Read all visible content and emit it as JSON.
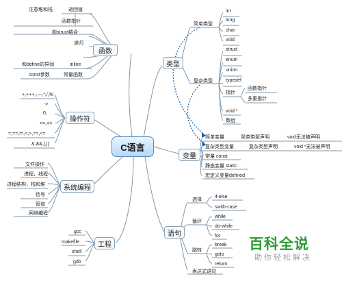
{
  "center": "C语言",
  "branches": {
    "function": {
      "title": "函数",
      "items": [
        "注意堆和栈",
        "返回值",
        "函数指针",
        "和struct结合",
        "递归",
        "和define的异同",
        "inline",
        "const参数",
        "常量函数"
      ]
    },
    "operator": {
      "title": "操作符",
      "items": [
        "+,+++,-,--,*,/,%",
        "->",
        "0,",
        ">>,<<",
        "=,==,!=,<,>,=>,<=",
        "&,&&,|,||"
      ]
    },
    "system": {
      "title": "系统编程",
      "items": [
        "文件操作",
        "进程，线程",
        "进程结构，栈和堆",
        "信号",
        "管道",
        "网络编程"
      ]
    },
    "project": {
      "title": "工程",
      "items": [
        "gcc",
        "makefile",
        "shell",
        "gdb"
      ]
    },
    "type": {
      "title": "类型",
      "simple": {
        "label": "简单类型",
        "items": [
          "int",
          "long",
          "char",
          "void"
        ]
      },
      "complex": {
        "label": "复杂类型",
        "items": [
          "struct",
          "enum",
          "union",
          "typedef"
        ],
        "pointer": {
          "label": "指针",
          "items": [
            "函数指针",
            "多重指针"
          ]
        },
        "extra": [
          "void *",
          "数组"
        ]
      }
    },
    "variable": {
      "title": "变量",
      "rows": [
        {
          "a": "简单变量",
          "b": "简单类型声明",
          "c": "void无法被声明"
        },
        {
          "a": "复杂类型变量",
          "b": "复杂类型声明",
          "c": "void *无法被声明"
        }
      ],
      "items": [
        "常量 const",
        "静态变量 static",
        "宏定义变量defined"
      ]
    },
    "statement": {
      "title": "语句",
      "groups": [
        {
          "label": "选择",
          "items": [
            "if-else",
            "swith-case"
          ]
        },
        {
          "label": "循环",
          "items": [
            "while",
            "do-while",
            "for"
          ]
        },
        {
          "label": "跳转",
          "items": [
            "break",
            "goto",
            "return"
          ]
        }
      ],
      "expression": "表达式语句"
    }
  },
  "watermark": {
    "logo": "百科全说",
    "subtitle": "助你轻松解决"
  },
  "colors": {
    "line": "#7f97ad",
    "dotted": "#1a5fa8",
    "center_top": "#e9f4ff",
    "center_bottom": "#b8d8f6",
    "watermark_green": "#2c9c33"
  }
}
